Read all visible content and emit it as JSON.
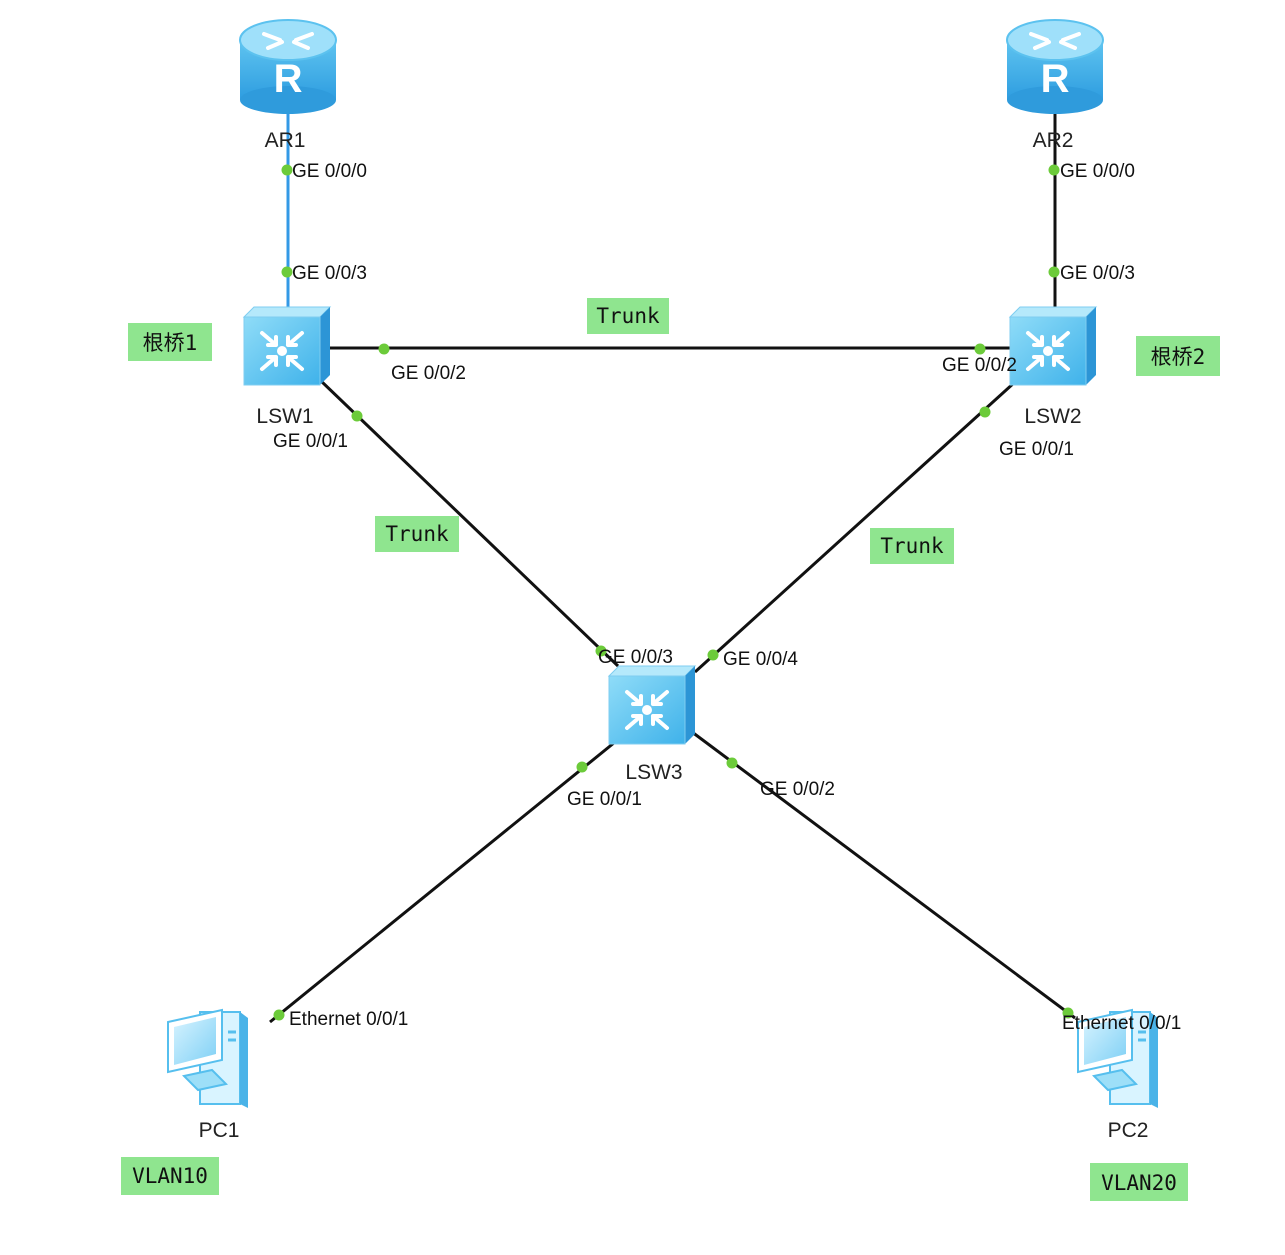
{
  "colors": {
    "link": "#111111",
    "uplink_highlight": "#3399e6",
    "port_dot": "#6ccb3a",
    "tag_background": "#8fe58f",
    "device_body": "#6ecdf2"
  },
  "devices": {
    "ar1": {
      "name": "AR1",
      "icon": "router-icon"
    },
    "ar2": {
      "name": "AR2",
      "icon": "router-icon"
    },
    "lsw1": {
      "name": "LSW1",
      "icon": "switch-icon"
    },
    "lsw2": {
      "name": "LSW2",
      "icon": "switch-icon"
    },
    "lsw3": {
      "name": "LSW3",
      "icon": "switch-icon"
    },
    "pc1": {
      "name": "PC1",
      "icon": "pc-icon"
    },
    "pc2": {
      "name": "PC2",
      "icon": "pc-icon"
    }
  },
  "ports": {
    "ar1_ge000": "GE 0/0/0",
    "lsw1_ge003": "GE 0/0/3",
    "ar2_ge000": "GE 0/0/0",
    "lsw2_ge003": "GE 0/0/3",
    "lsw1_ge002": "GE 0/0/2",
    "lsw2_ge002": "GE 0/0/2",
    "lsw1_ge001": "GE 0/0/1",
    "lsw2_ge001": "GE 0/0/1",
    "lsw3_ge003": "GE 0/0/3",
    "lsw3_ge004": "GE 0/0/4",
    "lsw3_ge001": "GE 0/0/1",
    "lsw3_ge002": "GE 0/0/2",
    "pc1_eth001": "Ethernet 0/0/1",
    "pc2_eth001": "Ethernet 0/0/1"
  },
  "tags": {
    "root1": "根桥1",
    "root2": "根桥2",
    "trunk_top": "Trunk",
    "trunk_left": "Trunk",
    "trunk_right": "Trunk",
    "vlan10": "VLAN10",
    "vlan20": "VLAN20"
  }
}
